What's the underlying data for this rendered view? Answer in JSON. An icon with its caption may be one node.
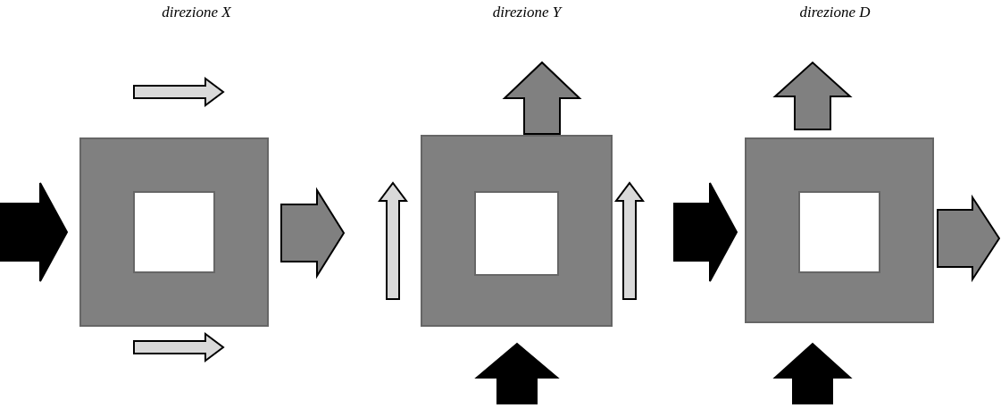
{
  "diagram": {
    "labels": [
      "direzione X",
      "direzione Y",
      "direzione D"
    ]
  }
}
